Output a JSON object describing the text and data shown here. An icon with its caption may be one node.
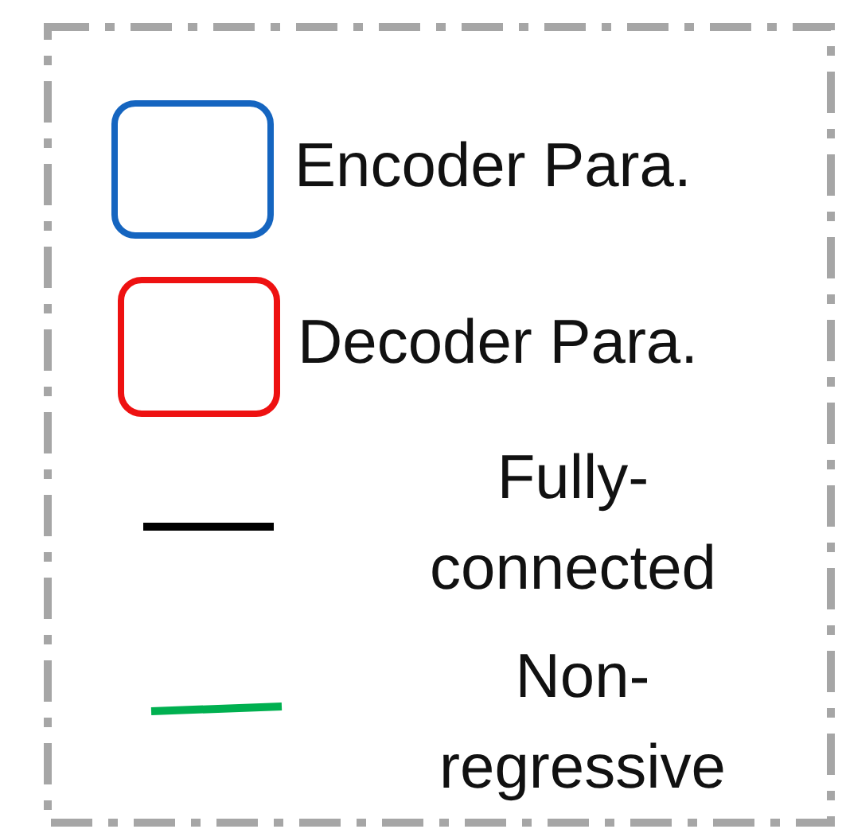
{
  "diagram": {
    "legend": [
      {
        "text": "Encoder Para."
      },
      {
        "text": "Decoder Para."
      },
      {
        "text": "Fully-connected"
      },
      {
        "text": "Non-regressive"
      }
    ]
  }
}
